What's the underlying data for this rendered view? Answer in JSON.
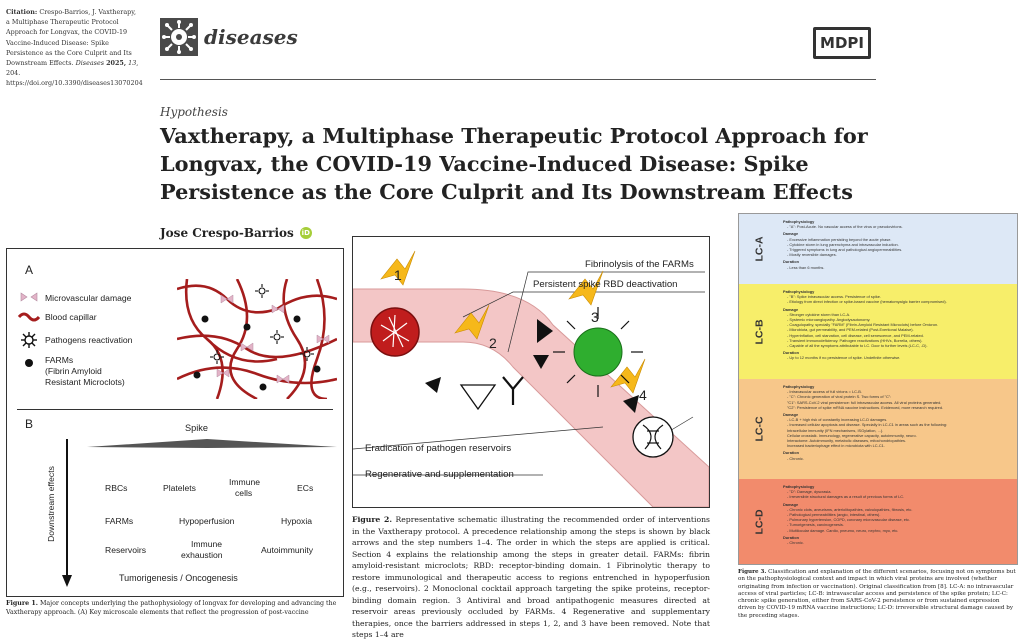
{
  "sidebar": {
    "citation_label": "Citation:",
    "citation_text": "Crespo-Barrios, J. Vaxtherapy, a Multiphase Therapeutic Protocol Approach for Longvax, the COVID-19 Vaccine-Induced Disease: Spike Persistence as the Core Culprit and Its Downstream Effects.",
    "journal": "Diseases",
    "year": "2025,",
    "volume": "13,",
    "article": "204.",
    "link": "https://doi.org/10.3390/diseases13070204"
  },
  "header": {
    "journal_name": "diseases",
    "publisher": "MDPI",
    "article_type": "Hypothesis",
    "title": "Vaxtherapy, a Multiphase Therapeutic Protocol Approach for Longvax, the COVID-19 Vaccine-Induced Disease: Spike Persistence as the Core Culprit and Its Downstream Effects",
    "author": "Jose Crespo-Barrios",
    "orcid": "iD"
  },
  "fig1": {
    "panel_a": "A",
    "panel_b": "B",
    "legend": {
      "micro": "Microvascular damage",
      "capillar": "Blood capillar",
      "pathogens": "Pathogens reactivation",
      "farms_1": "FARMs",
      "farms_2": "(Fibrin Amyloid",
      "farms_3": "Resistant Microclots)"
    },
    "spike": "Spike",
    "axis": "Downstream effects",
    "row1": [
      "RBCs",
      "Platelets",
      "Immune",
      "cells",
      "ECs"
    ],
    "row2": [
      "FARMs",
      "Hypoperfusion",
      "Hypoxia"
    ],
    "row3": [
      "Reservoirs",
      "Immune",
      "exhaustion",
      "Autoimmunity"
    ],
    "row4": "Tumorigenesis / Oncogenesis",
    "caption_label": "Figure 1.",
    "caption": "Major concepts underlying the pathophysiology of longvax for developing and advancing the Vaxtherapy approach. (A) Key microscale elements that reflect the progression of post-vaccine"
  },
  "fig2": {
    "fibrinolysis": "Fibrinolysis of the FARMs",
    "rbd": "Persistent spike RBD deactivation",
    "eradication": "Eradication of pathogen reservoirs",
    "regenerative": "Regenerative and supplementation",
    "steps": [
      "1",
      "2",
      "3",
      "4"
    ],
    "caption_label": "Figure 2.",
    "caption": "Representative schematic illustrating the recommended order of interventions in the Vaxtherapy protocol. A precedence relationship among the steps is shown by black arrows and the step numbers 1–4. The order in which the steps are applied is critical. Section 4 explains the relationship among the steps in greater detail. FARMs: fibrin amyloid-resistant microclots; RBD: receptor-binding domain. 1 Fibrinolytic therapy to restore immunological and therapeutic access to regions entrenched in hypoperfusion (e.g., reservoirs). 2 Monoclonal cocktail approach targeting the spike proteins, receptor-binding domain region. 3 Antiviral and broad antipathogenic measures directed at reservoir areas previously occluded by FARMs. 4 Regenerative and supplementary therapies, once the barriers addressed in steps 1, 2, and 3 have been removed. Note that steps 1–4 are"
  },
  "fig3": {
    "bands": [
      {
        "tag": "LC-A",
        "color": "#dde8f6",
        "sections": [
          {
            "h": "Pathophysiology",
            "items": [
              "- \"A\": Post-Acute. No vascular access of the virus or pseudovirions."
            ]
          },
          {
            "h": "Damage",
            "items": [
              "- Excessive inflammation persisting beyond the acute phase.",
              "- Cytokine storm in lung parenchyma and intravascular induction.",
              "- Triggered symptoms in lung and pathological angiopermeabilities.",
              "- Mostly reversible damages."
            ]
          },
          {
            "h": "Duration",
            "items": [
              "- Less than 6 months."
            ]
          }
        ]
      },
      {
        "tag": "LC-B",
        "color": "#f7ee6a",
        "sections": [
          {
            "h": "Pathophysiology",
            "items": [
              "- \"B\": Spike intravascular access. Persistence of spike.",
              "- Etiology from direct infection or spike-based vaccine (hematomyalgic barrier compromised)."
            ]
          },
          {
            "h": "Damage",
            "items": [
              "- Stronger cytokine storm than LC-A.",
              "- Systemic microangiopathy. Angiodysautonomy.",
              "- Coagulopathy, specially \"FARM\" (Fibrin-Amyloid Resistant Microclots) before Omicron.",
              "- Microbiota, gut permeability, and PEM-related (Post-Exertional Malaise).",
              "- Hyperinflation, cell starvation, cell disease, cell senescence, and PEM-related.",
              "- Transient immunodeficiency. Pathogen reactivations (HHVs, Borrelia, others).",
              "- Capable of all the symptoms attributable to LC. Door to further levels (LC-C, -D)."
            ]
          },
          {
            "h": "Duration",
            "items": [
              "- Up to 12 months if no persistence of spike. Undefinite otherwise."
            ]
          }
        ]
      },
      {
        "tag": "LC-C",
        "color": "#f7c78a",
        "sections": [
          {
            "h": "Pathophysiology",
            "items": [
              "- Intravascular access of full virions = LC-B.",
              "- \"C\": Chronic generation of viral protein S. Two forms of \"C\":",
              "  \"C1\": SARS-CoV-2 viral persistence: full intravascular access. All viral proteins generated.",
              "  \"C2\": Persistence of spike mRNA vaccine instructions. Evidenced, more research required."
            ]
          },
          {
            "h": "Damage",
            "items": [
              "- LC-B + high risk of constantly increasing LC-D damages.",
              "- Increased cellular apoptosis and disease. Specially in LC-C1 in areas such as the following:",
              "  Intracellular immunity (IFN mechanisms, ISGylation, ...).",
              "  Cellular crosstalk. Immunology, regenerative capacity, autoimmunity, neuro.",
              "  Interactome. Autoimmunity, metabolic diseases, mitochondriopathies.",
              "  Increased bacteriophage effect in microbiota with LC-C1."
            ]
          },
          {
            "h": "Duration",
            "items": [
              "- Chronic."
            ]
          }
        ]
      },
      {
        "tag": "LC-D",
        "color": "#f28b6c",
        "sections": [
          {
            "h": "Pathophysiology",
            "items": [
              "- \"D\": Damage, dyscrasia.",
              "- Irreversible structural damages as a result of previous forms of LC."
            ]
          },
          {
            "h": "Damage",
            "items": [
              "- Chronic clots, aneurisms, arteriolitopathies, valvulopathies, fibrosis, etc.",
              "- Pathological permeabilities (angio, intestinal, others).",
              "- Pulmonary hypertension, COPD, coronary microvascular disease, etc.",
              "- Tumorigenesis, carcinogenesis.",
              "- Multilocular damage. Cardio, pneumo, neuro, nephro, myo, etc."
            ]
          },
          {
            "h": "Duration",
            "items": [
              "- Chronic."
            ]
          }
        ]
      }
    ],
    "caption_label": "Figure 3.",
    "caption": "Classification and explanation of the different scenarios, focusing not on symptoms but on the pathophysiological context and impact in which viral proteins are involved (whether originating from infection or vaccination). Original classification from [8]. LC-A: no intravascular access of viral particles; LC-B: intravascular access and persistence of the spike protein; LC-C: chronic spike generation, either from SARS-CoV-2 persistence or from sustained expression driven by COVID-19 mRNA vaccine instructions; LC-D: irreversible structural damage caused by the preceding stages."
  },
  "colors": {
    "capillary": "#a51d1d",
    "red_cell": "#c01d1d",
    "green_cell": "#2fae2f",
    "vessel": "#f3c6c6",
    "lightning": "#f6b81a"
  }
}
